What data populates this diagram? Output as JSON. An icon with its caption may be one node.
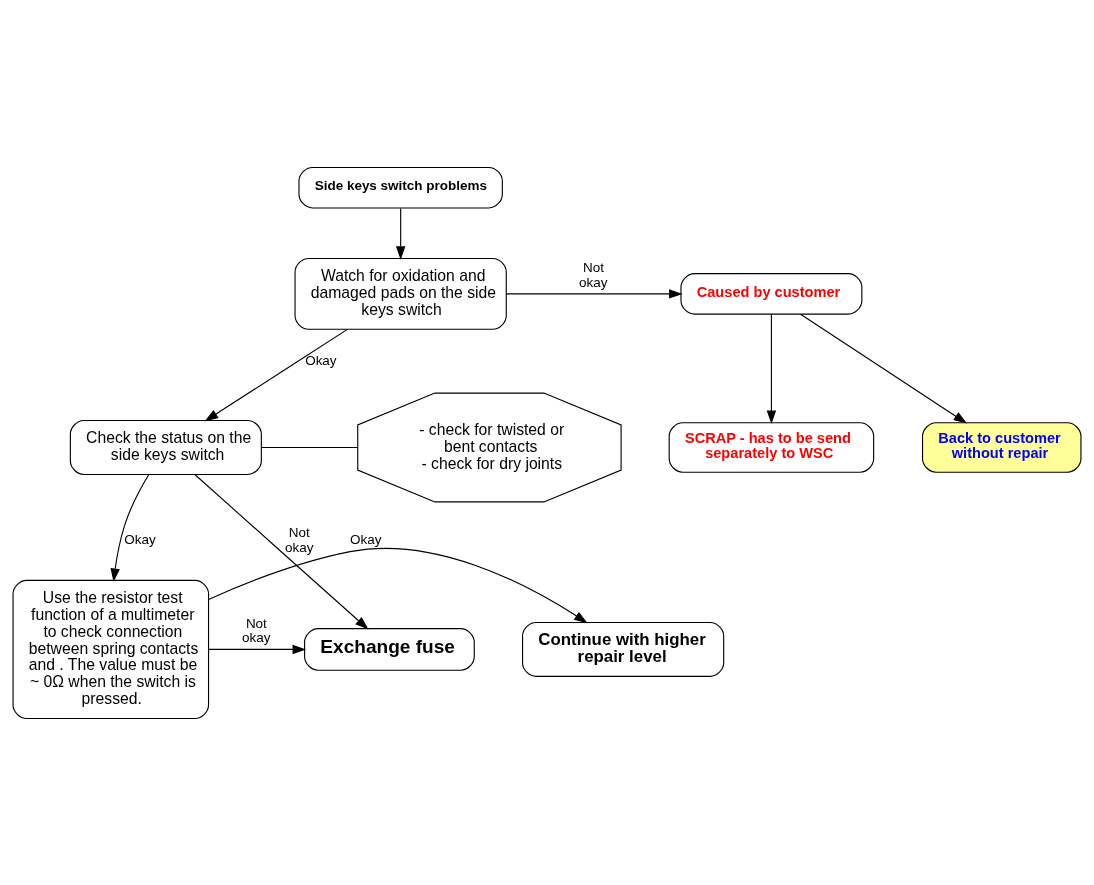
{
  "diagram": {
    "nodes": [
      {
        "text": [
          "Side keys switch problems"
        ]
      },
      {
        "text": [
          "Watch for oxidation and damaged pads on the side keys switch"
        ]
      },
      {
        "text": [
          "Back to customer without repair"
        ]
      },
      {
        "text": [
          "Caused by customer"
        ]
      },
      {
        "text": [
          "SCRAP - has to be send separately to WSC"
        ]
      },
      {
        "text": [
          "Check the status on the side keys switch"
        ]
      },
      {
        "text": [
          "- check for twisted or bent contacts",
          "- check for dry joints"
        ]
      },
      {
        "text": [
          "Exchange fuse"
        ]
      },
      {
        "text": [
          "Use the resistor test function of a multimeter to check connection between spring contacts and . The value must be ~ 0Ω when the switch is pressed."
        ]
      },
      {
        "text": [
          "Continue with higher repair level"
        ]
      }
    ],
    "edges": [
      {
        "from": 0,
        "to": 1,
        "arrow": "to"
      },
      {
        "from": 1,
        "to": 3,
        "arrow": "to",
        "label": "Not okay"
      },
      {
        "from": 3,
        "to": 2,
        "arrow": "to"
      },
      {
        "from": 3,
        "to": 4,
        "arrow": "to"
      },
      {
        "from": 1,
        "to": 5,
        "arrow": "to",
        "label": "Okay"
      },
      {
        "from": 5,
        "to": 7,
        "arrow": "to",
        "label": "Not okay"
      },
      {
        "from": 5,
        "to": 6,
        "arrow": "none"
      },
      {
        "from": 5,
        "to": 8,
        "arrow": "to",
        "label": "Okay"
      },
      {
        "from": 8,
        "to": 7,
        "arrow": "to",
        "label": "Not okay"
      },
      {
        "from": 8,
        "to": 9,
        "arrow": "to",
        "label": "Okay"
      }
    ]
  }
}
